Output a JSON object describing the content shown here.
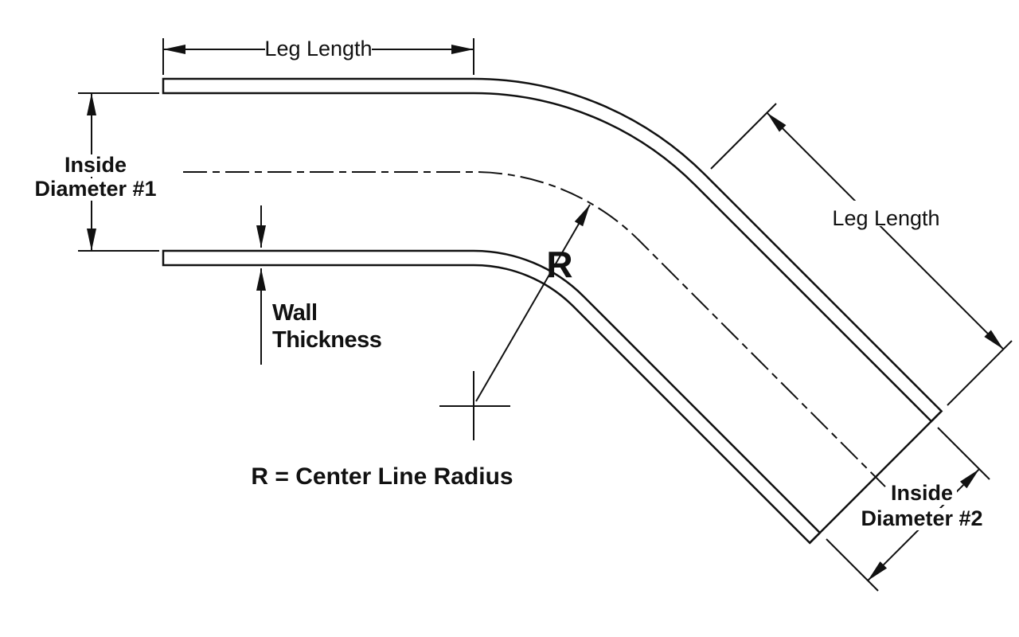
{
  "diagram": {
    "labels": {
      "leg_length_top": "Leg Length",
      "leg_length_right": "Leg Length",
      "inside_diameter_1_line1": "Inside",
      "inside_diameter_1_line2": "Diameter #1",
      "inside_diameter_2_line1": "Inside",
      "inside_diameter_2_line2": "Diameter #2",
      "wall_thickness_line1": "Wall",
      "wall_thickness_line2": "Thickness",
      "radius_symbol": "R",
      "radius_note": "R = Center Line Radius"
    },
    "colors": {
      "line": "#111111",
      "highlight_red": "#e8000d",
      "background": "#ffffff"
    }
  }
}
